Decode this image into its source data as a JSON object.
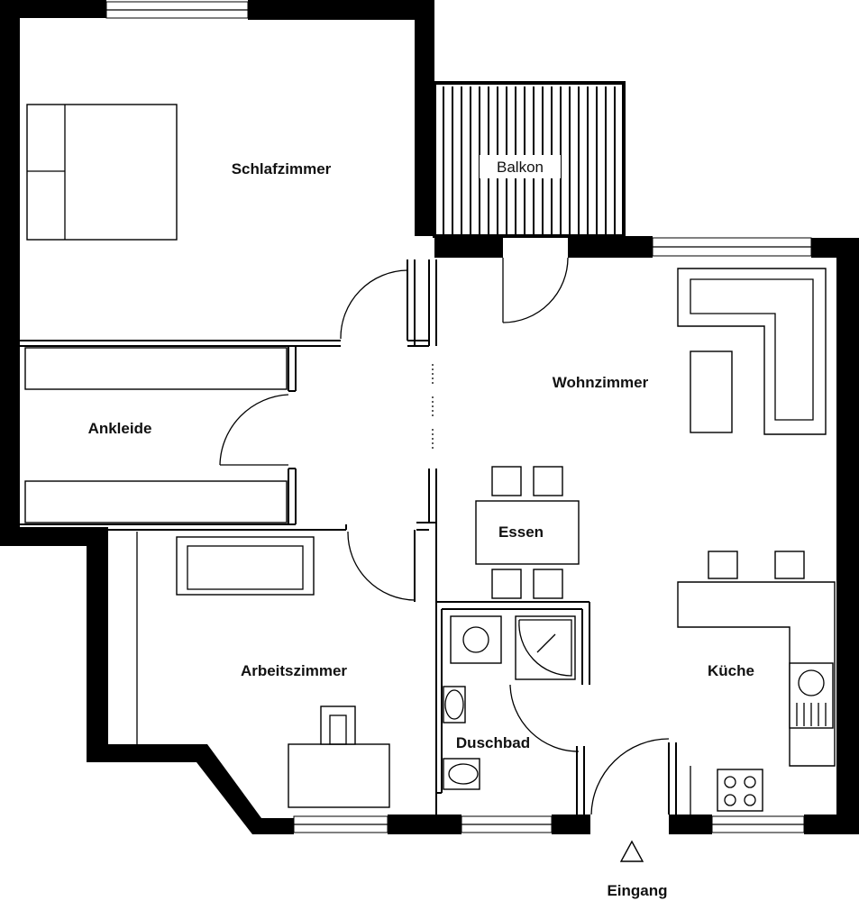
{
  "plan": {
    "rooms": {
      "schlafzimmer": "Schlafzimmer",
      "balkon": "Balkon",
      "wohnzimmer": "Wohnzimmer",
      "ankleide": "Ankleide",
      "essen": "Essen",
      "arbeitszimmer": "Arbeitszimmer",
      "kueche": "Küche",
      "duschbad": "Duschbad"
    },
    "entrance": "Eingang"
  }
}
